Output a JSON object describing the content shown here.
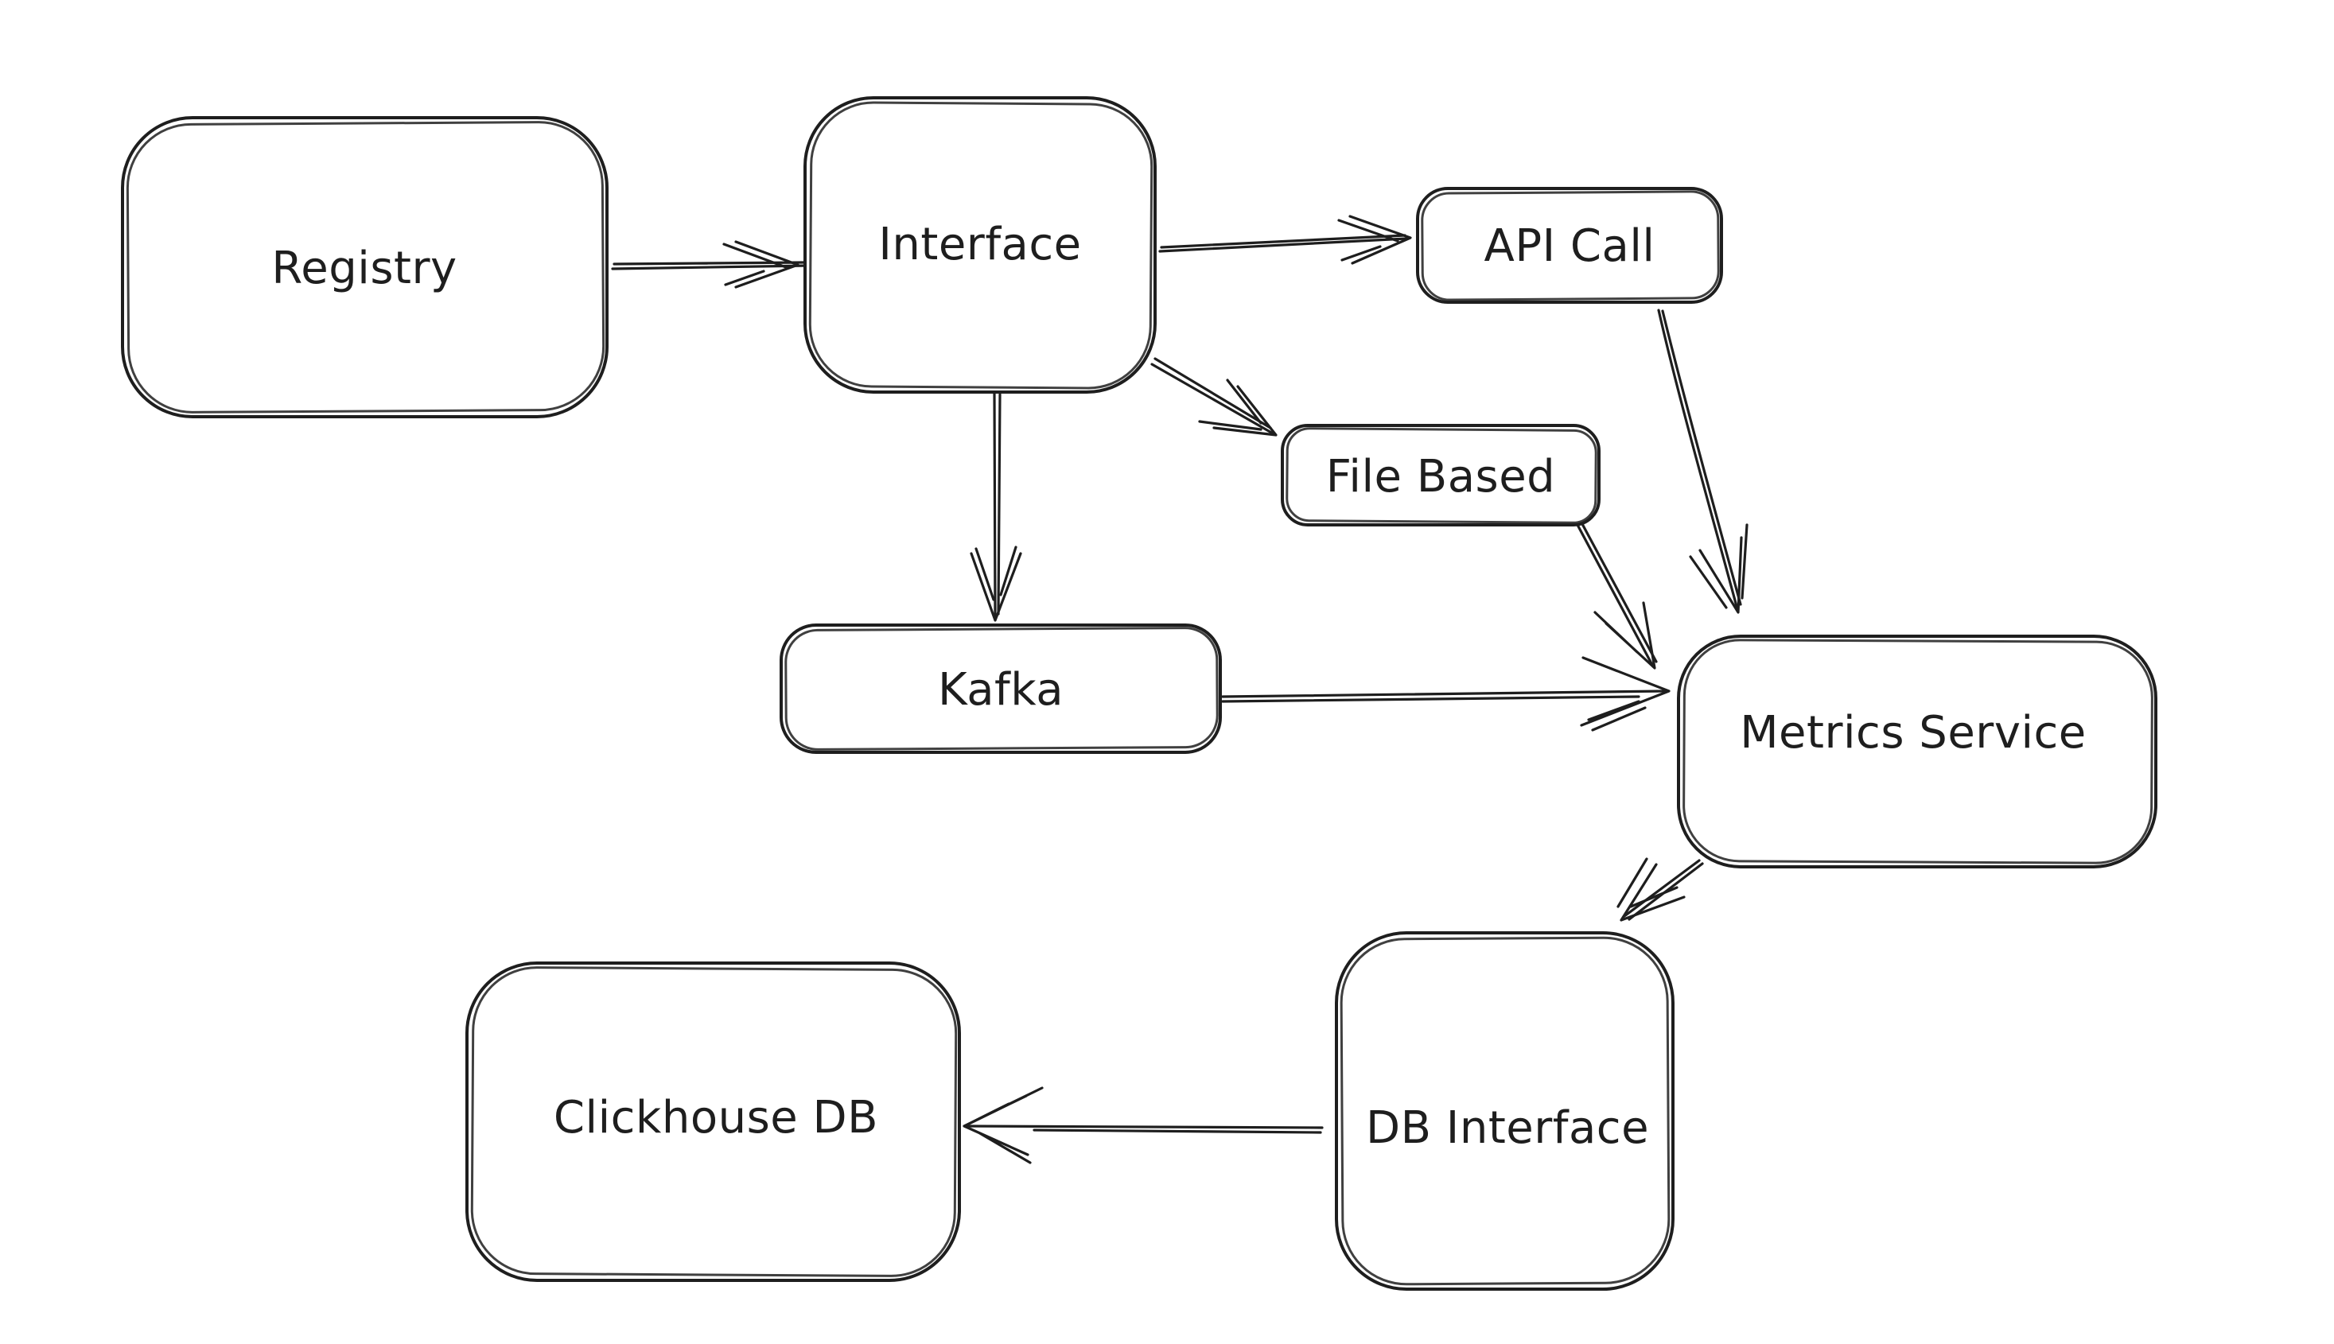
{
  "diagram": {
    "type": "flowchart",
    "style": "hand-drawn",
    "background_color": "#ffffff",
    "stroke_color": "#1e1e1e",
    "nodes": {
      "registry": {
        "label": "Registry"
      },
      "interface": {
        "label": "Interface"
      },
      "api_call": {
        "label": "API Call"
      },
      "file_based": {
        "label": "File Based"
      },
      "kafka": {
        "label": "Kafka"
      },
      "metrics_service": {
        "label": "Metrics Service"
      },
      "db_interface": {
        "label": "DB Interface"
      },
      "clickhouse_db": {
        "label": "Clickhouse DB"
      }
    },
    "edges": [
      {
        "from": "Registry",
        "to": "Interface"
      },
      {
        "from": "Interface",
        "to": "API Call"
      },
      {
        "from": "Interface",
        "to": "File Based"
      },
      {
        "from": "Interface",
        "to": "Kafka"
      },
      {
        "from": "API Call",
        "to": "Metrics Service"
      },
      {
        "from": "File Based",
        "to": "Metrics Service"
      },
      {
        "from": "Kafka",
        "to": "Metrics Service"
      },
      {
        "from": "Metrics Service",
        "to": "DB Interface"
      },
      {
        "from": "DB Interface",
        "to": "Clickhouse DB"
      }
    ]
  }
}
